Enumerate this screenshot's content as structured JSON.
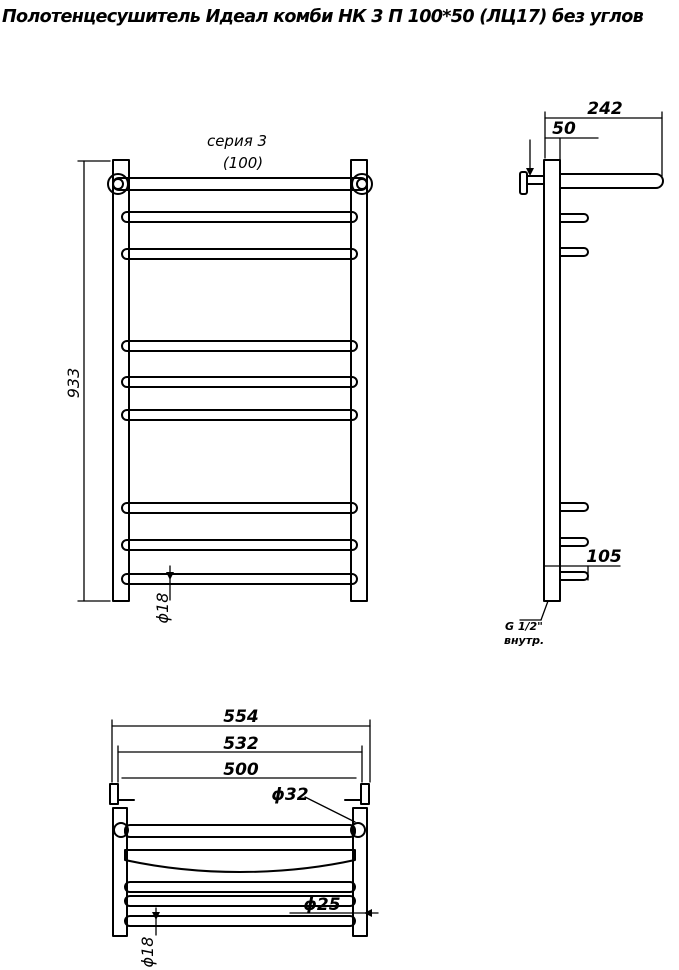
{
  "title": "Полотенцесушитель Идеал комби НК 3 П 100*50 (ЛЦ17) без углов",
  "front": {
    "series_label": "серия 3",
    "series_sub": "(100)",
    "height": "933",
    "bottom_pipe": "ϕ18"
  },
  "side": {
    "depth_total": "242",
    "depth_top": "50",
    "depth_bottom": "105",
    "thread": "G 1/2\"",
    "thread_sub": "внутр."
  },
  "bottom": {
    "width_total": "554",
    "width_mid": "532",
    "width_inner": "500",
    "pipe_main": "ϕ32",
    "pipe_bar": "ϕ25",
    "pipe_bottom": "ϕ18"
  }
}
